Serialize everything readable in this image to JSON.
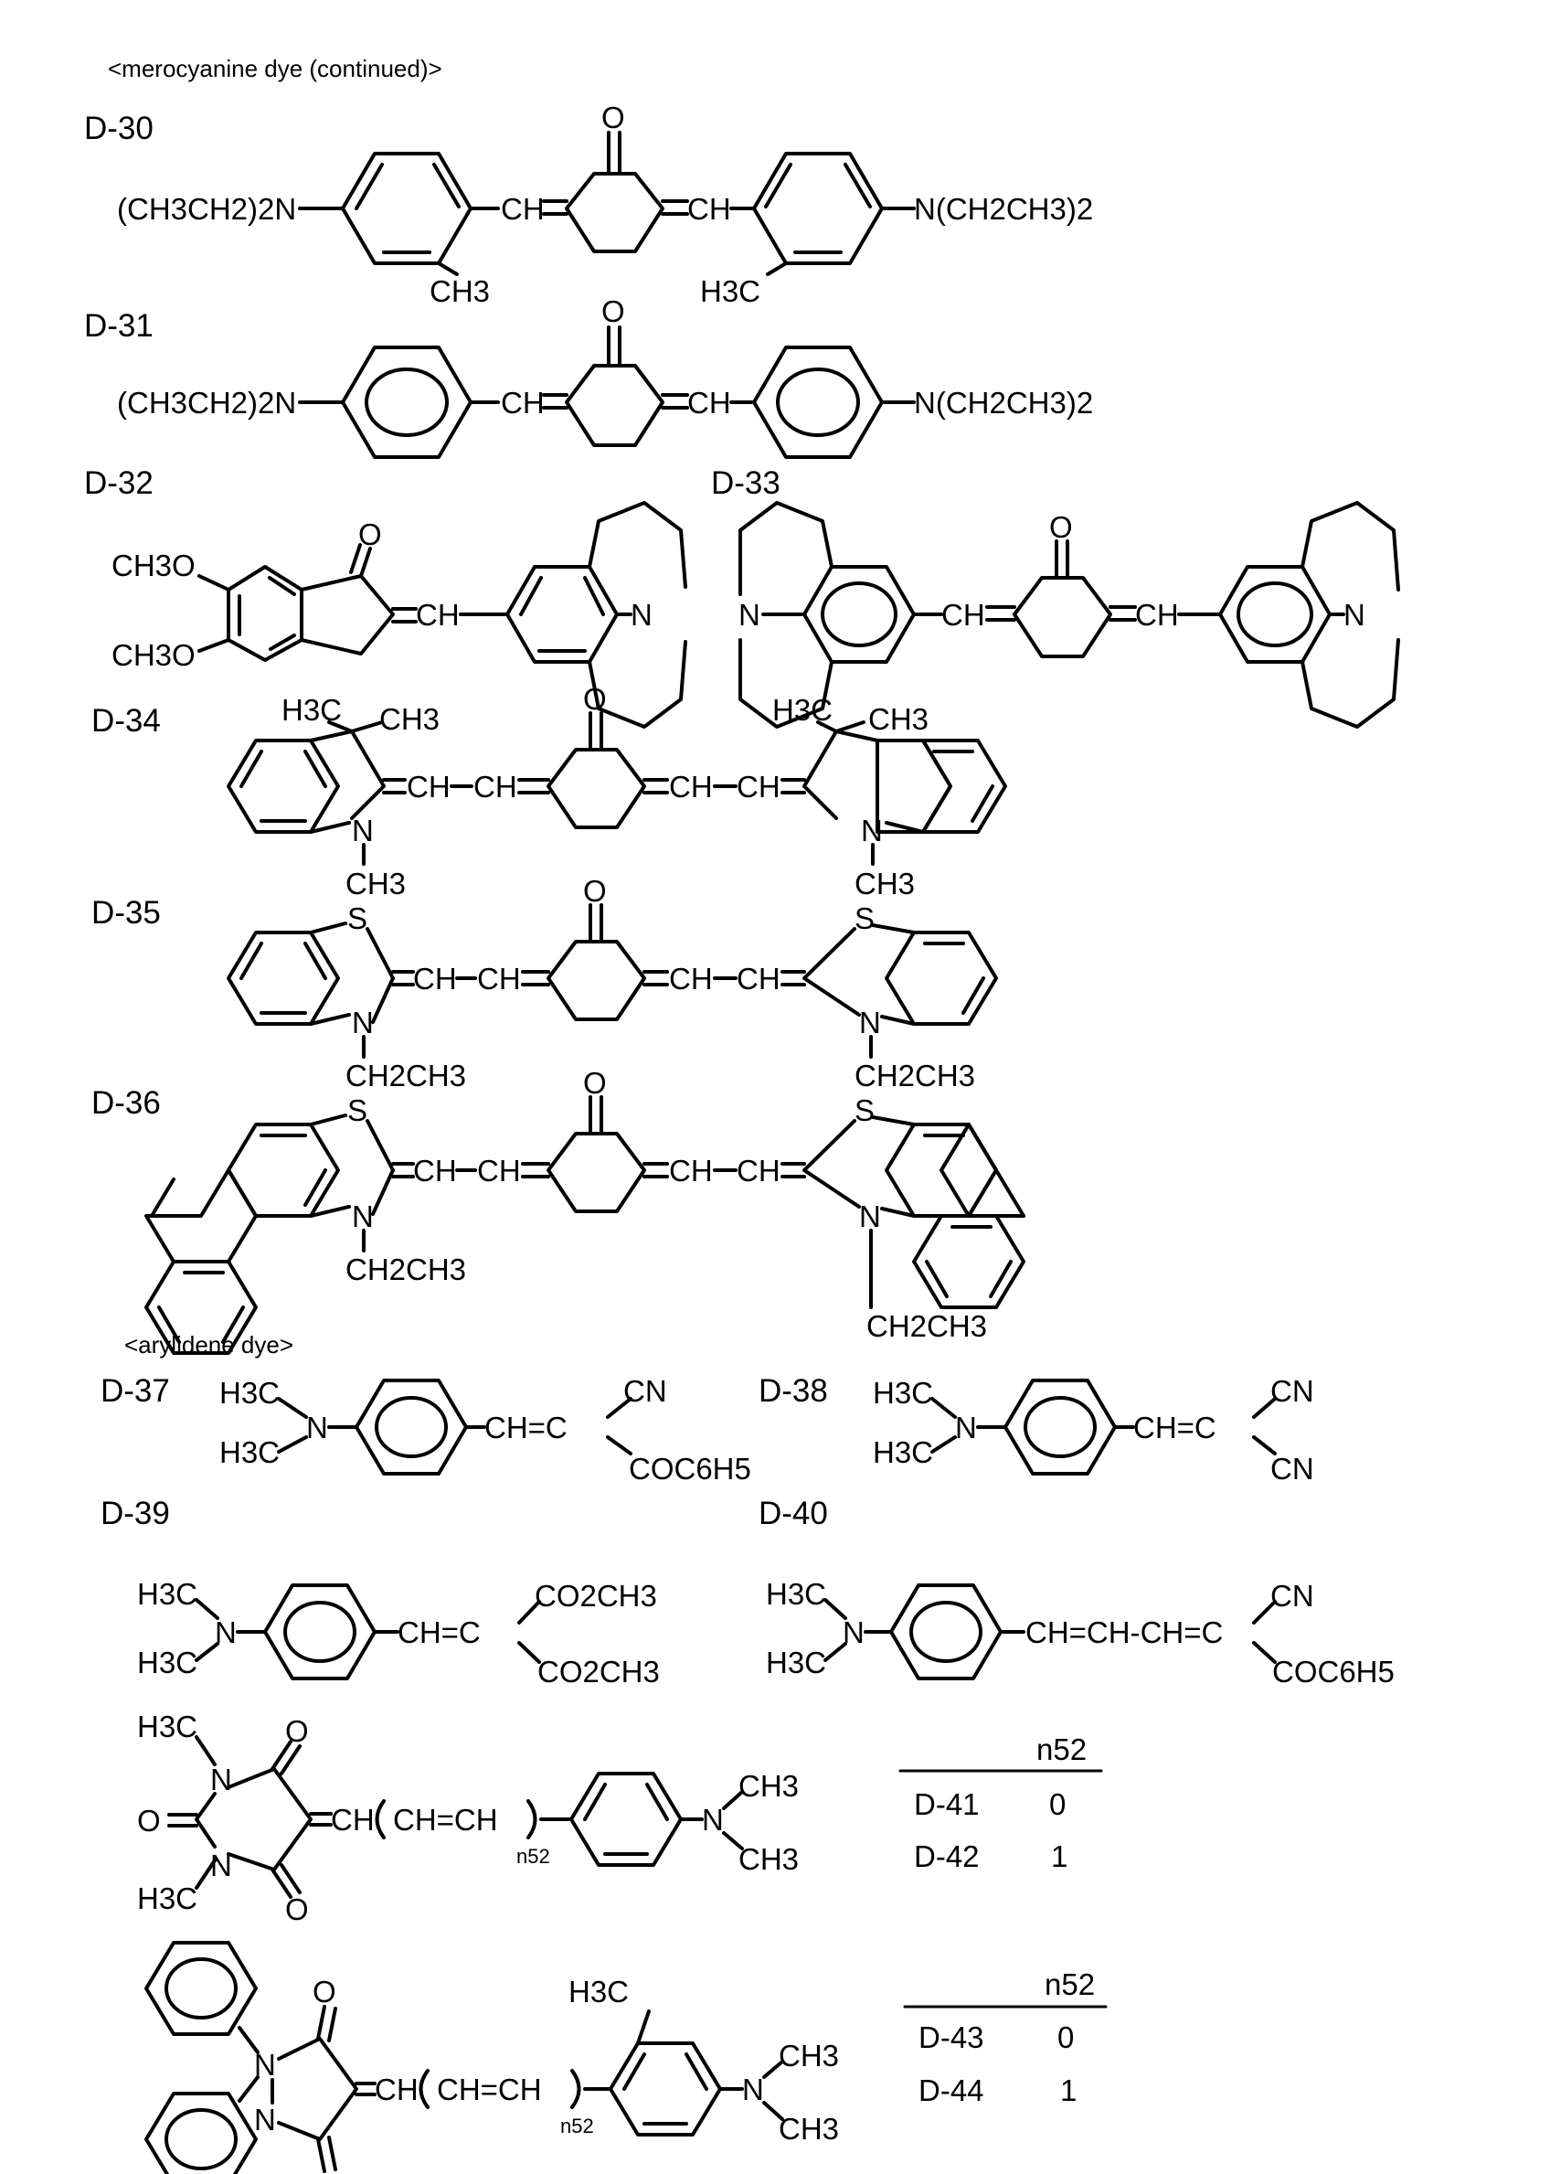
{
  "sections": {
    "merocyanine": "<merocyanine dye (continued)>",
    "arylidene": "<arylidene dye>"
  },
  "labels": {
    "d30": "D-30",
    "d31": "D-31",
    "d32": "D-32",
    "d33": "D-33",
    "d34": "D-34",
    "d35": "D-35",
    "d36": "D-36",
    "d37": "D-37",
    "d38": "D-38",
    "d39": "D-39",
    "d40": "D-40"
  },
  "groups": {
    "net2_left": "(CH3CH2)2N",
    "net2_right": "N(CH2CH3)2",
    "ch": "CH",
    "o": "O",
    "n": "N",
    "s": "S",
    "ch3": "CH3",
    "h3c": "H3C",
    "ch3o": "CH3O",
    "ch2ch3": "CH2CH3",
    "cn": "CN",
    "coc6h5": "COC6H5",
    "co2ch3": "CO2CH3",
    "ch_eq_c": "CH=C",
    "ch_chain": "CH=CH-CH=C",
    "repeat": "CH=CH",
    "n52": "n52"
  },
  "tables": [
    {
      "header": "n52",
      "rows": [
        {
          "id": "D-41",
          "n52": "0"
        },
        {
          "id": "D-42",
          "n52": "1"
        }
      ]
    },
    {
      "header": "n52",
      "rows": [
        {
          "id": "D-43",
          "n52": "0"
        },
        {
          "id": "D-44",
          "n52": "1"
        }
      ]
    }
  ]
}
